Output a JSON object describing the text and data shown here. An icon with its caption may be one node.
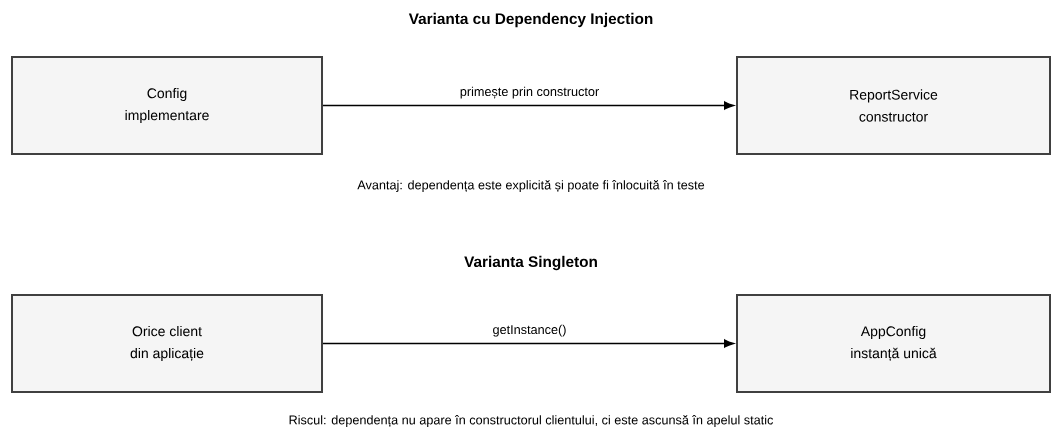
{
  "diagram": {
    "nodes": [
      {
        "text": [
          "Config",
          "implementare"
        ]
      },
      {
        "text": [
          "ReportService",
          "constructor"
        ]
      },
      {
        "text": [
          "Orice client",
          "din aplicație"
        ]
      },
      {
        "text": [
          "AppConfig",
          "instanță unică"
        ]
      }
    ],
    "edges": [
      {
        "from": 0,
        "to": 1,
        "arrow": "to",
        "label": "primește prin constructor"
      },
      {
        "from": 2,
        "to": 3,
        "arrow": "to",
        "label": "getInstance()"
      }
    ],
    "labels": [
      "Varianta cu Dependency Injection",
      "Avantaj: dependența este explicită și poate fi înlocuită în teste",
      "Varianta Singleton",
      "Riscul: dependența nu apare în constructorul clientului, ci este ascunsă în apelul static"
    ]
  }
}
